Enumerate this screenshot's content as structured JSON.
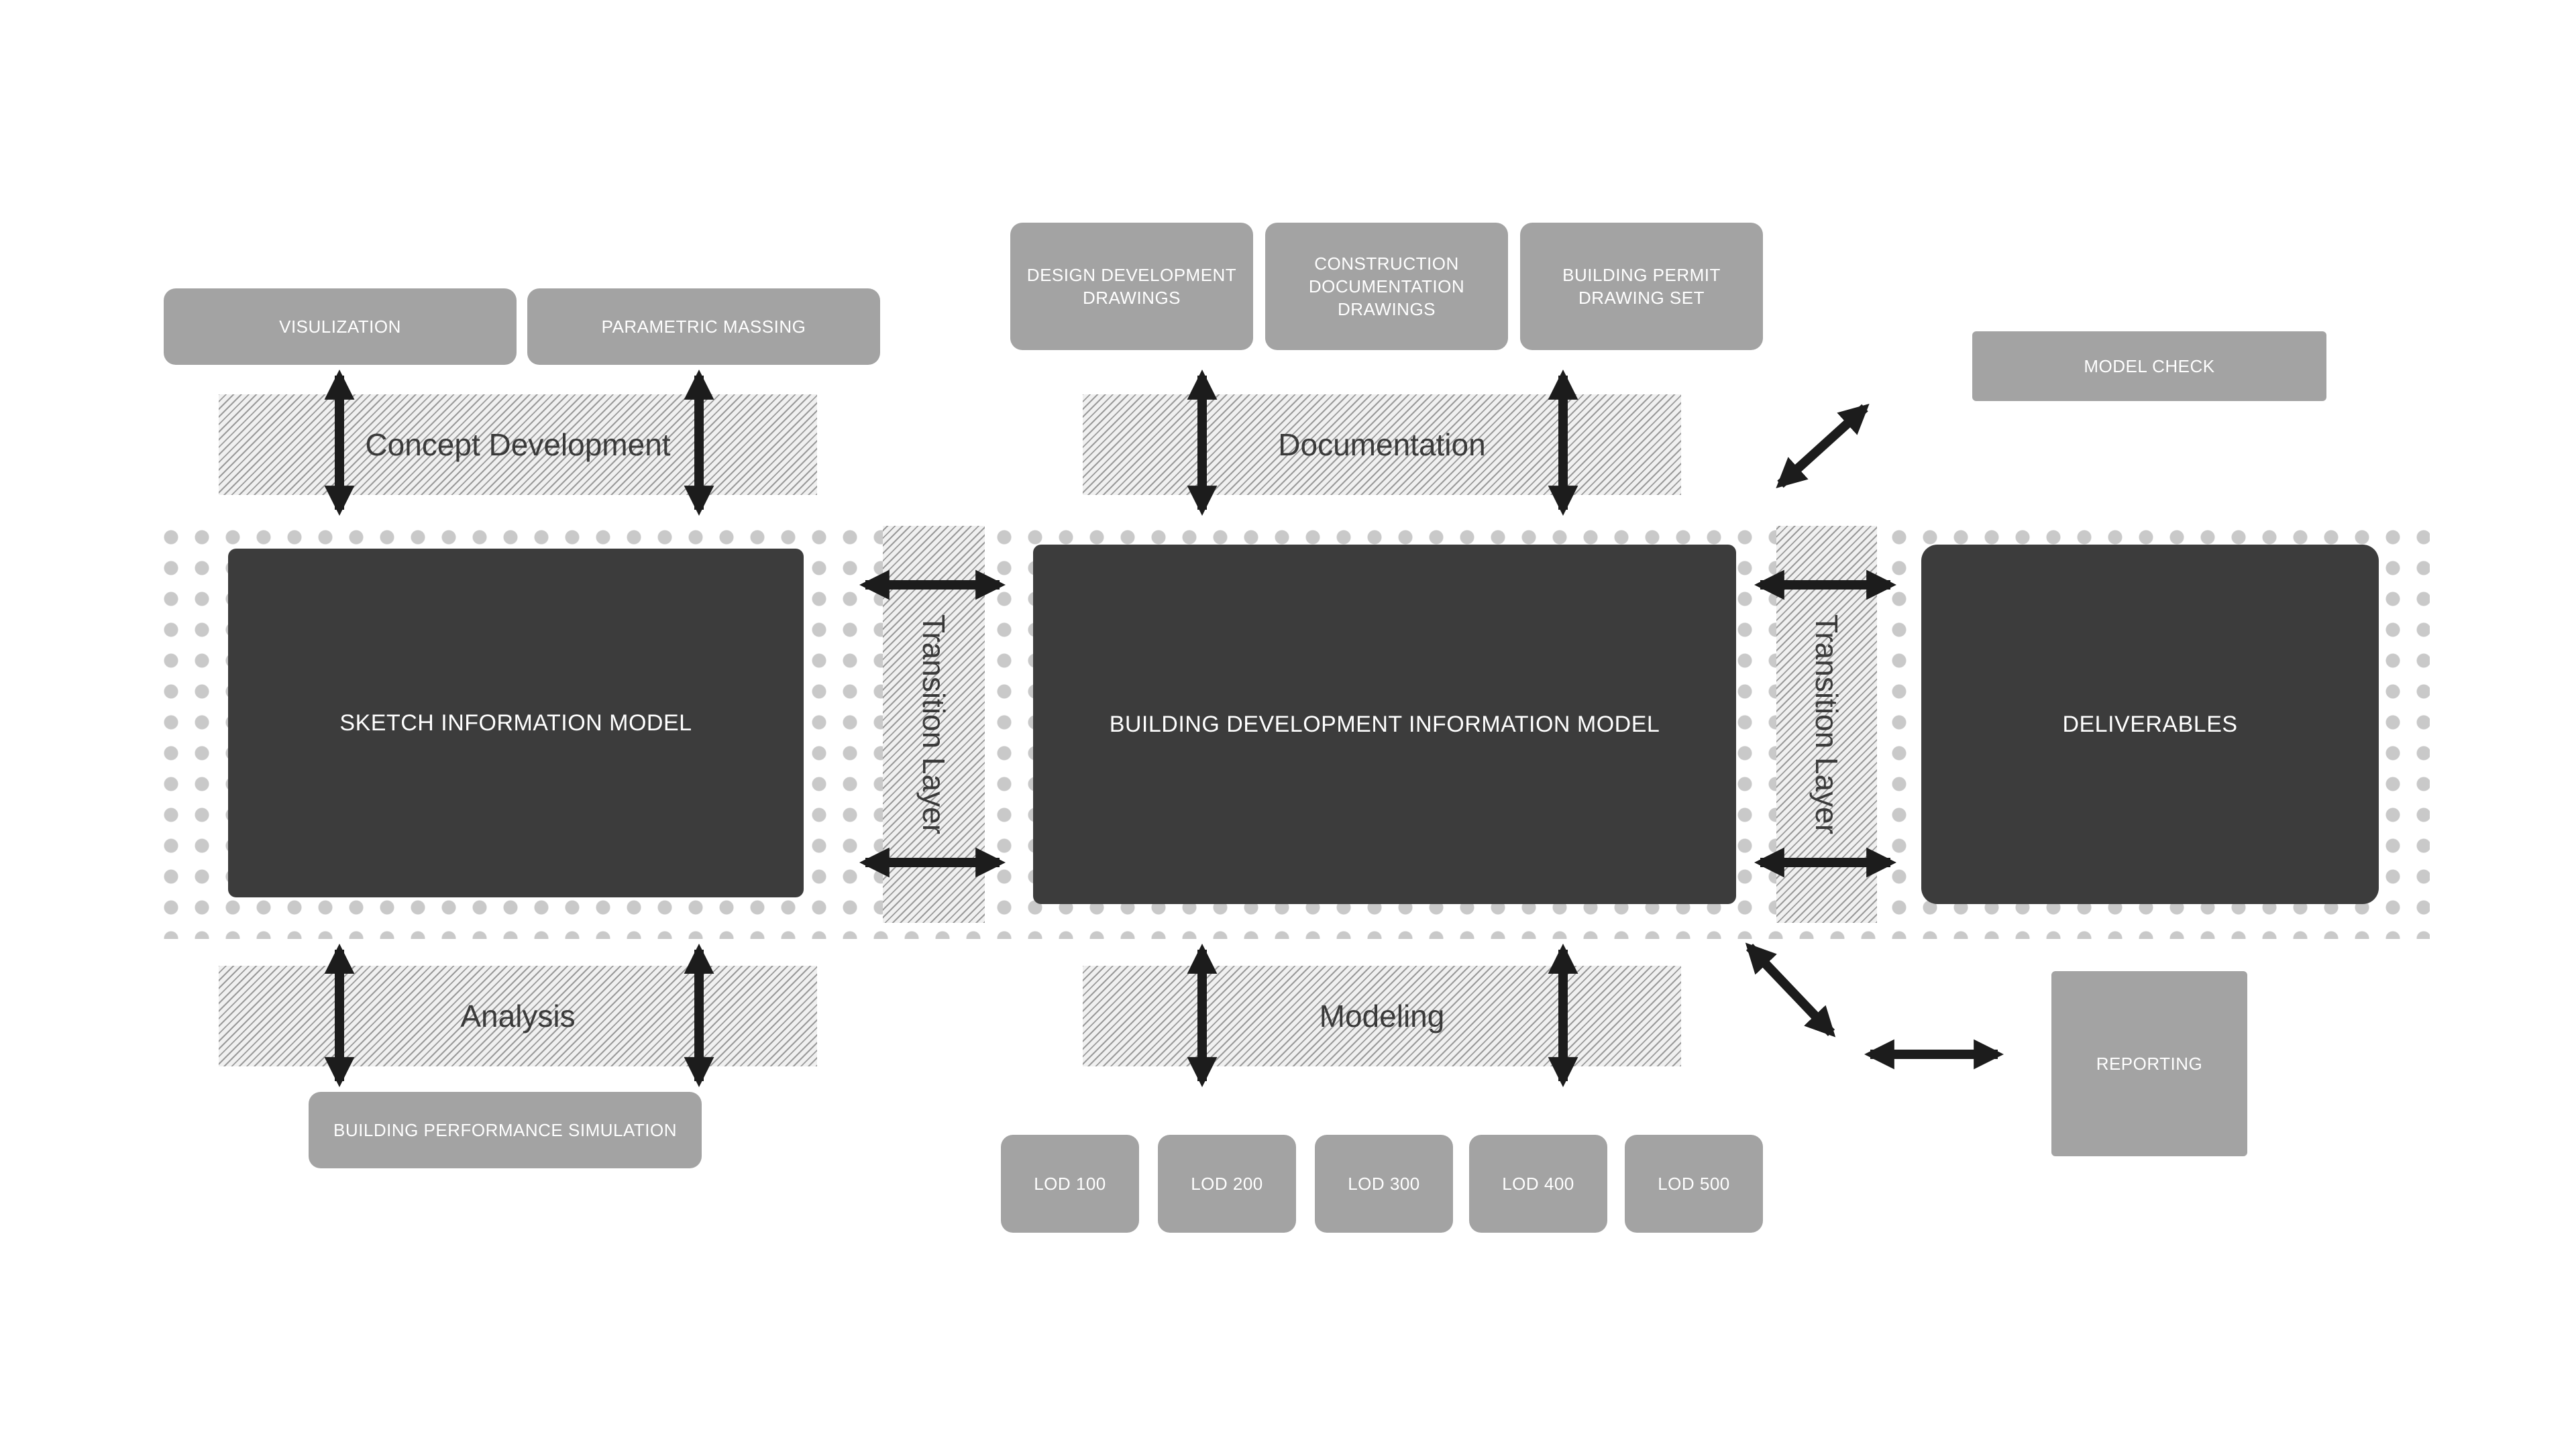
{
  "central": {
    "sketch": "SKETCH INFORMATION MODEL",
    "bdim": "BUILDING DEVELOPMENT INFORMATION MODEL",
    "deliverables": "DELIVERABLES"
  },
  "bands": {
    "concept": "Concept Development",
    "analysis": "Analysis",
    "documentation": "Documentation",
    "modeling": "Modeling",
    "transition1": "Transition Layer",
    "transition2": "Transition Layer"
  },
  "boxes": {
    "visualization": "VISULIZATION",
    "parametric": "PARAMETRIC MASSING",
    "bps": "BUILDING PERFORMANCE SIMULATION",
    "dd": "DESIGN DEVELOPMENT\nDRAWINGS",
    "cdd": "CONSTRUCTION\nDOCUMENTATION\nDRAWINGS",
    "bp": "BUILDING PERMIT\nDRAWING SET",
    "model_check": "MODEL CHECK",
    "reporting": "REPORTING",
    "lod": [
      "LOD 100",
      "LOD 200",
      "LOD 300",
      "LOD 400",
      "LOD 500"
    ]
  },
  "colors": {
    "dark_box": "#3c3c3c",
    "gray_box": "#a3a3a3",
    "arrow": "#1c1c1c",
    "dot": "#c9c9c9"
  }
}
